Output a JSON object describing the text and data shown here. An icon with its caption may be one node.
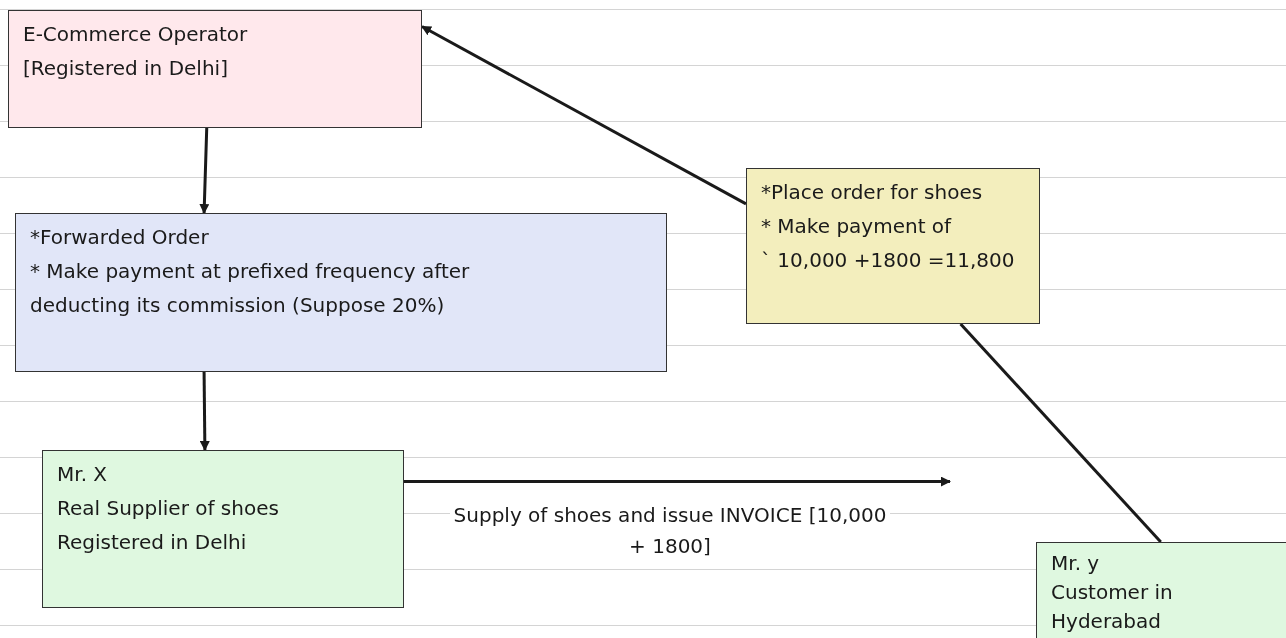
{
  "diagram": {
    "nodes": [
      {
        "text": [
          "E-Commerce Operator",
          "[Registered in Delhi]"
        ]
      },
      {
        "text": [
          "*Forwarded Order",
          "* Make payment at prefixed frequency after deducting its commission (Suppose 20%)"
        ]
      },
      {
        "text": [
          "Mr. X",
          "Real Supplier of shoes",
          "Registered in Delhi"
        ]
      },
      {
        "text": [
          "Mr. y",
          "Customer in Hyderabad"
        ]
      },
      {
        "text": [
          "*Place order for shoes",
          "* Make payment of",
          "` 10,000 +1800 =11,800"
        ]
      }
    ],
    "edges": [
      {
        "from": 0,
        "to": 1,
        "arrow": "to"
      },
      {
        "from": 1,
        "to": 2,
        "arrow": "to"
      },
      {
        "from": 2,
        "to": 3,
        "arrow": "to",
        "label": "Supply of shoes and issue INVOICE [10,000 + 1800]"
      },
      {
        "from": 3,
        "to": 4,
        "arrow": "none"
      },
      {
        "from": 4,
        "to": 0,
        "arrow": "to"
      }
    ]
  }
}
